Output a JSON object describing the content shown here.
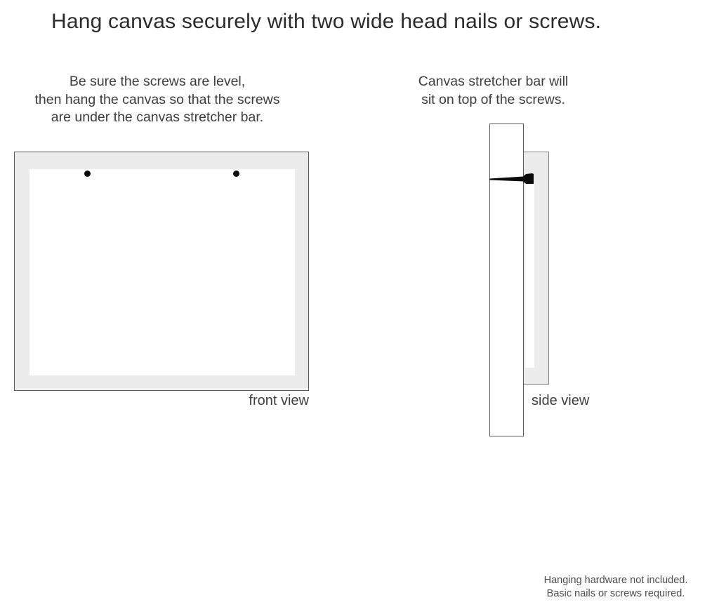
{
  "colors": {
    "canvas-gray": "#ececec",
    "outline-dark": "#58595b",
    "outline-mid": "#7d7f82",
    "ink": "#2b2b2b",
    "text": "#3d3d3d",
    "muted": "#4d4d4d",
    "nail": "#0b0b0b",
    "page-bg": "#ffffff"
  },
  "title": "Hang canvas securely with two wide head nails or screws.",
  "front_view": {
    "note": "Be sure the screws are level,\nthen hang the canvas so that the screws\nare under the canvas stretcher bar.",
    "label": "front view",
    "nail_count": 2
  },
  "side_view": {
    "note": "Canvas stretcher bar will\nsit on top of the screws.",
    "label": "side view"
  },
  "footnote": "Hanging hardware not included.\nBasic nails or screws required."
}
